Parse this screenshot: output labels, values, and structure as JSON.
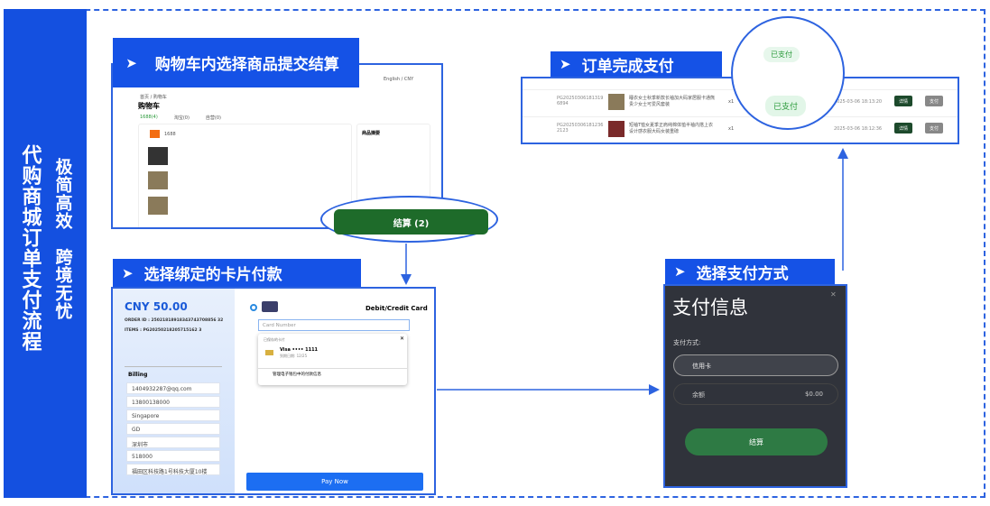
{
  "sidebar": {
    "title": "代购商城订单支付流程",
    "subtitle": "极简高效　跨境无忧"
  },
  "steps": {
    "cart": {
      "label": "购物车内选择商品提交结算",
      "checkout_button": "结算 (2)",
      "page_title": "购物车",
      "tabs": [
        "1688(4)",
        "淘宝(0)",
        "自营(0)"
      ],
      "summary_title": "商品摘要",
      "breadcrumb": "首页 / 购物车",
      "shop": "1688",
      "lang": "English / CNY"
    },
    "orders": {
      "label": "订单完成支付",
      "status_zoom": "已支付",
      "rows": [
        {
          "id": "PG20250306181319 6894",
          "desc": "睡衣女士秋季新款长袖加大码家居服卡通熊贵少女士可爱风套装",
          "qty": "x1",
          "status": "已支付",
          "time": "2025-03-06 18:13:20",
          "detail": "详情",
          "pay": "支付"
        },
        {
          "id": "PG20250306181236 2123",
          "desc": "短袖T恤女夏季正肩纯棉体恤半袖内搭上衣设计感衣服大码女装重磅",
          "qty": "x1",
          "status": "已支付",
          "time": "2025-03-06 18:12:36",
          "detail": "详情",
          "pay": "支付"
        }
      ]
    },
    "card": {
      "label": "选择绑定的卡片付款",
      "amount": "CNY 50.00",
      "order_id": "ORDER ID : 25021818918343743708856 32",
      "items": "ITEMS : PG20250218205715162 3",
      "method": "Debit/Credit Card",
      "card_placeholder": "Card Number",
      "saved_title": "已保存的卡片",
      "saved_card": "Visa •••• 1111",
      "expiry": "到期日期: 12/25",
      "manage": "管理电子钱包中的付款信息",
      "billing": "Billing",
      "billing_fields": [
        "1404932287@qq.com",
        "13800138000",
        "Singapore",
        "GD",
        "深圳市",
        "518000",
        "福田区科技路1号科技大厦10楼"
      ],
      "pay_button": "Pay Now"
    },
    "method": {
      "label": "选择支付方式",
      "title": "支付信息",
      "method_label": "支付方式:",
      "options": [
        {
          "name": "信用卡"
        },
        {
          "name": "余额",
          "value": "$0.00"
        }
      ],
      "checkout": "结算"
    }
  },
  "colors": {
    "accent": "#1552e6",
    "green": "#1e6b2a",
    "dark": "#30333b"
  }
}
